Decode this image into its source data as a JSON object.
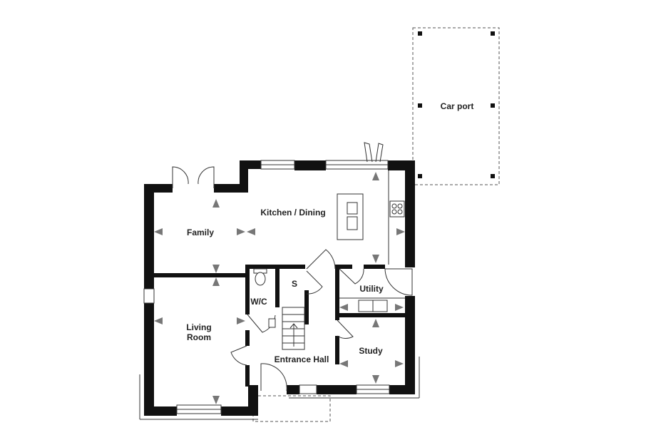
{
  "rooms": {
    "kitchen_dining": "Kitchen / Dining",
    "family": "Family",
    "living_room_line1": "Living",
    "living_room_line2": "Room",
    "wc": "W/C",
    "store": "S",
    "utility": "Utility",
    "study": "Study",
    "entrance_hall": "Entrance Hall",
    "car_port": "Car port"
  },
  "colors": {
    "wall": "#111111",
    "arrow": "#777777",
    "dashed_outline": "#555555"
  }
}
